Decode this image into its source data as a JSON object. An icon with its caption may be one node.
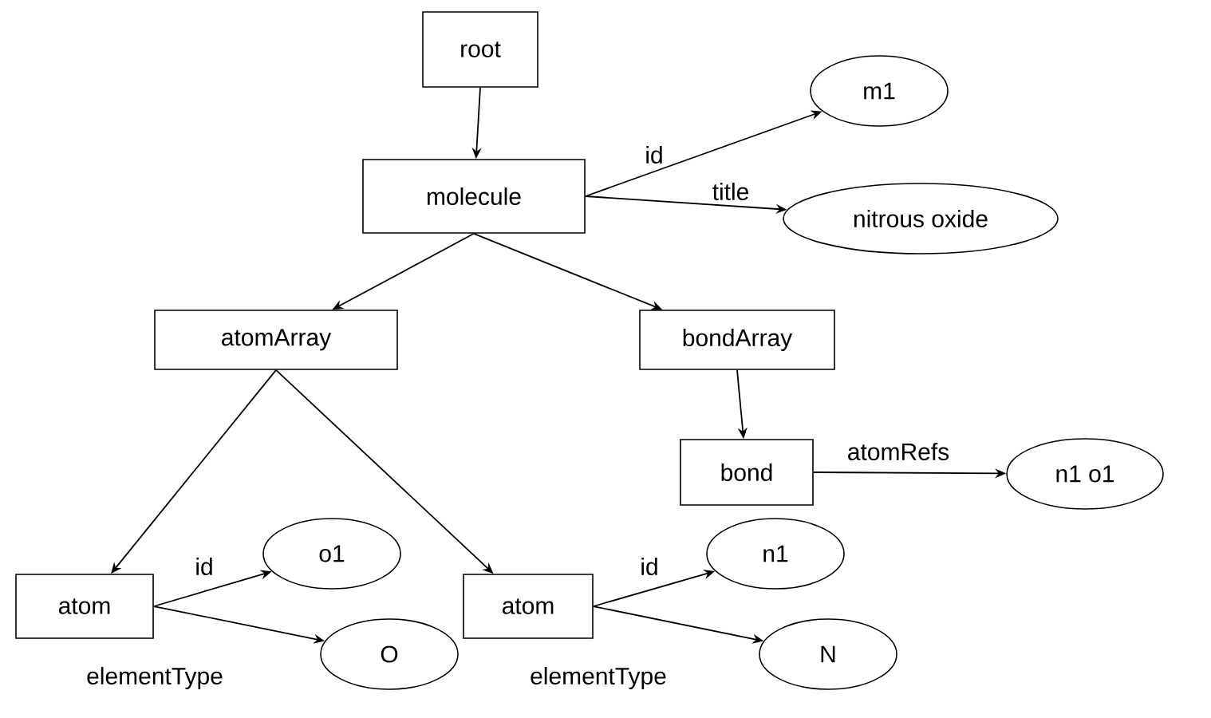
{
  "diagram": {
    "nodes": [
      {
        "text": [
          "root"
        ]
      },
      {
        "text": [
          "molecule"
        ]
      },
      {
        "text": [
          "m1"
        ]
      },
      {
        "text": [
          "nitrous oxide"
        ]
      },
      {
        "text": [
          "atomArray"
        ]
      },
      {
        "text": [
          "bondArray"
        ]
      },
      {
        "text": [
          "bond"
        ]
      },
      {
        "text": [
          "n1 o1"
        ]
      },
      {
        "text": [
          "atom"
        ]
      },
      {
        "text": [
          "o1"
        ]
      },
      {
        "text": [
          "O"
        ]
      },
      {
        "text": [
          "atom"
        ]
      },
      {
        "text": [
          "n1"
        ]
      },
      {
        "text": [
          "N"
        ]
      }
    ],
    "edges": [
      {
        "from": 0,
        "to": 1,
        "arrow": "to"
      },
      {
        "from": 1,
        "to": 2,
        "arrow": "to",
        "label": "id"
      },
      {
        "from": 1,
        "to": 3,
        "arrow": "to",
        "label": "title"
      },
      {
        "from": 1,
        "to": 4,
        "arrow": "to"
      },
      {
        "from": 1,
        "to": 5,
        "arrow": "to"
      },
      {
        "from": 5,
        "to": 6,
        "arrow": "to"
      },
      {
        "from": 6,
        "to": 7,
        "arrow": "to",
        "label": "atomRefs"
      },
      {
        "from": 4,
        "to": 8,
        "arrow": "to"
      },
      {
        "from": 4,
        "to": 11,
        "arrow": "to"
      },
      {
        "from": 8,
        "to": 9,
        "arrow": "to",
        "label": "id"
      },
      {
        "from": 8,
        "to": 10,
        "arrow": "to",
        "label": "elementType"
      },
      {
        "from": 11,
        "to": 12,
        "arrow": "to",
        "label": "id"
      },
      {
        "from": 11,
        "to": 13,
        "arrow": "to",
        "label": "elementType"
      }
    ]
  }
}
